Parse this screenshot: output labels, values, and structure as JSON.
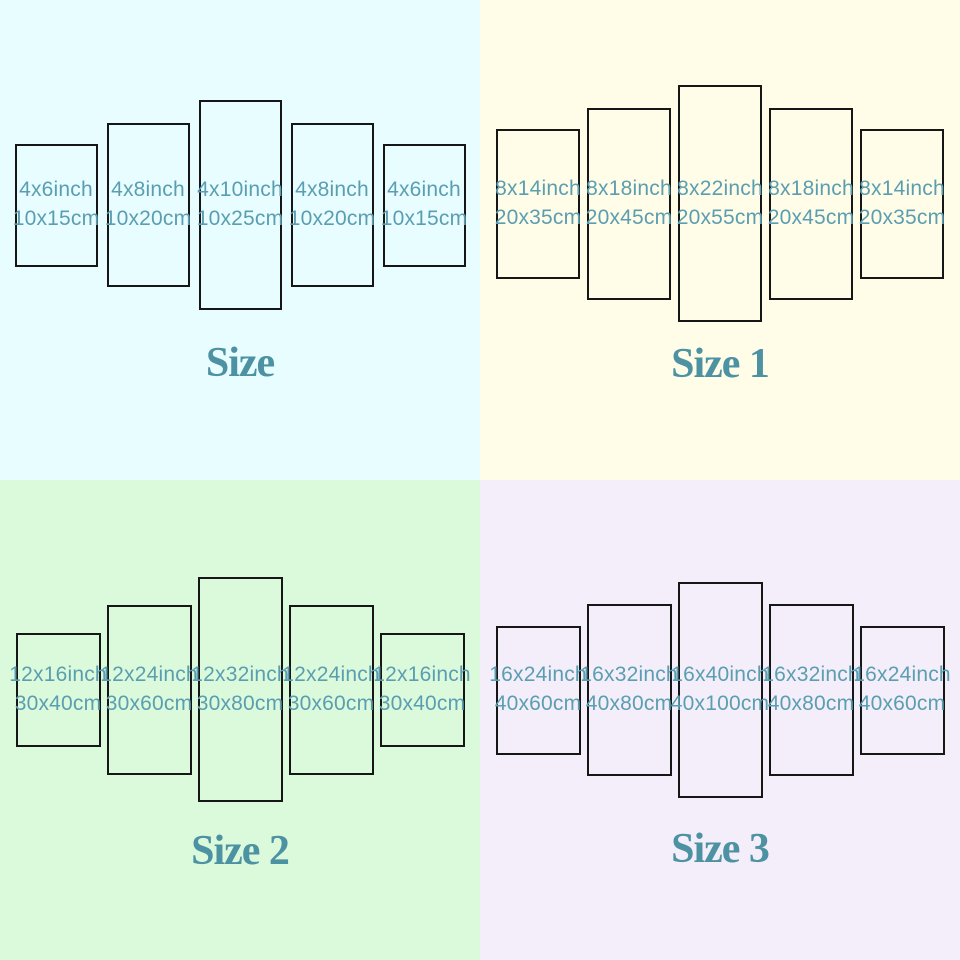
{
  "colors": {
    "quadrant_backgrounds": [
      "#e7fdff",
      "#fffde8",
      "#dafadb",
      "#f3eef9"
    ],
    "panel_border": "#161616",
    "panel_text": "#5b9eb1",
    "title_text": "#4d92a2"
  },
  "quadrants": [
    {
      "title": "Size",
      "bg": "#e7fdff",
      "panels": [
        {
          "line1": "4x6inch",
          "line2": "10x15cm"
        },
        {
          "line1": "4x8inch",
          "line2": "10x20cm"
        },
        {
          "line1": "4x10inch",
          "line2": "10x25cm"
        },
        {
          "line1": "4x8inch",
          "line2": "10x20cm"
        },
        {
          "line1": "4x6inch",
          "line2": "10x15cm"
        }
      ]
    },
    {
      "title": "Size 1",
      "bg": "#fffde8",
      "panels": [
        {
          "line1": "8x14inch",
          "line2": "20x35cm"
        },
        {
          "line1": "8x18inch",
          "line2": "20x45cm"
        },
        {
          "line1": "8x22inch",
          "line2": "20x55cm"
        },
        {
          "line1": "8x18inch",
          "line2": "20x45cm"
        },
        {
          "line1": "8x14inch",
          "line2": "20x35cm"
        }
      ]
    },
    {
      "title": "Size 2",
      "bg": "#dafadb",
      "panels": [
        {
          "line1": "12x16inch",
          "line2": "30x40cm"
        },
        {
          "line1": "12x24inch",
          "line2": "30x60cm"
        },
        {
          "line1": "12x32inch",
          "line2": "30x80cm"
        },
        {
          "line1": "12x24inch",
          "line2": "30x60cm"
        },
        {
          "line1": "12x16inch",
          "line2": "30x40cm"
        }
      ]
    },
    {
      "title": "Size 3",
      "bg": "#f3eef9",
      "panels": [
        {
          "line1": "16x24inch",
          "line2": "40x60cm"
        },
        {
          "line1": "16x32inch",
          "line2": "40x80cm"
        },
        {
          "line1": "16x40inch",
          "line2": "40x100cm"
        },
        {
          "line1": "16x32inch",
          "line2": "40x80cm"
        },
        {
          "line1": "16x24inch",
          "line2": "40x60cm"
        }
      ]
    }
  ]
}
